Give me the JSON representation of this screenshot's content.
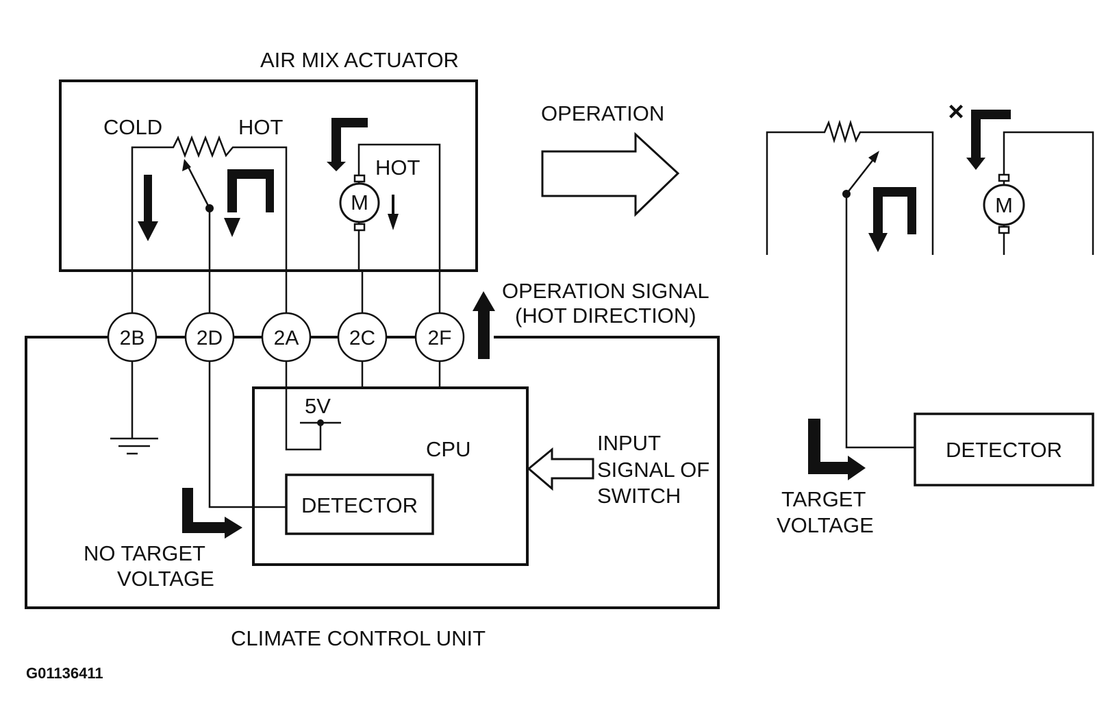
{
  "labels": {
    "air_mix_actuator": "AIR MIX ACTUATOR",
    "cold": "COLD",
    "hot": "HOT",
    "motor_hot": "HOT",
    "motor": "M",
    "operation": "OPERATION",
    "operation_signal_line1": "OPERATION SIGNAL",
    "operation_signal_line2": "(HOT DIRECTION)",
    "five_volt": "5V",
    "cpu": "CPU",
    "detector": "DETECTOR",
    "input_line1": "INPUT",
    "input_line2": "SIGNAL OF",
    "input_line3": "SWITCH",
    "no_target_line1": "NO TARGET",
    "no_target_line2": "VOLTAGE",
    "climate_control_unit": "CLIMATE CONTROL UNIT",
    "figure_code": "G01136411",
    "right_motor": "M",
    "right_detector": "DETECTOR",
    "target_line1": "TARGET",
    "target_line2": "VOLTAGE",
    "stop_mark": "×"
  },
  "pins": [
    "2B",
    "2D",
    "2A",
    "2C",
    "2F"
  ]
}
